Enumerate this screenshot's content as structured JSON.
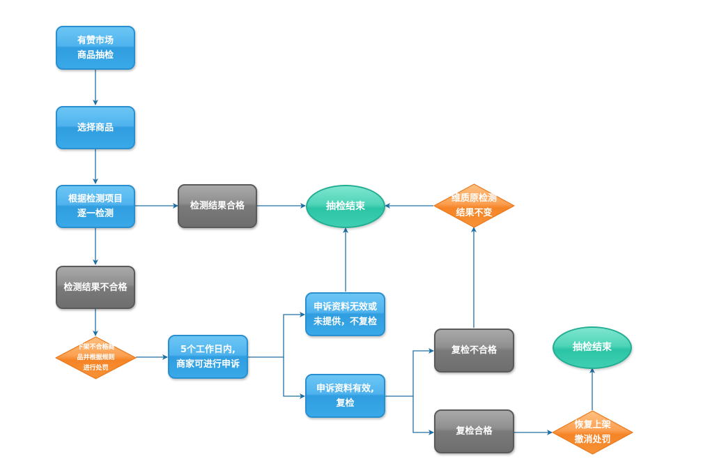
{
  "diagram": {
    "title": "有赞市场商品抽检流程",
    "colors": {
      "process_blue": "#3aa9e8",
      "result_gray": "#7a7a7a",
      "end_teal": "#3fcfb2",
      "decision_orange": "#f7943a",
      "connector": "#1f6fa3"
    },
    "nodes": {
      "start": {
        "label": "有赞市场\n商品抽检",
        "shape": "rounded-rect",
        "style": "blue"
      },
      "select": {
        "label": "选择商品",
        "shape": "rounded-rect",
        "style": "blue"
      },
      "inspect": {
        "label": "根据检测项目\n逐一检测",
        "shape": "rounded-rect",
        "style": "blue"
      },
      "pass": {
        "label": "检测结果合格",
        "shape": "rounded-rect",
        "style": "gray"
      },
      "fail": {
        "label": "检测结果不合格",
        "shape": "rounded-rect",
        "style": "gray"
      },
      "end1": {
        "label": "抽检结束",
        "shape": "ellipse",
        "style": "teal"
      },
      "delist": {
        "label": "下架不合格商\n品并根据规则\n进行处罚",
        "shape": "diamond",
        "style": "orange"
      },
      "appeal": {
        "label": "5个工作日内,\n商家可进行申诉",
        "shape": "rounded-rect",
        "style": "blue"
      },
      "invalid": {
        "label": "申诉资料无效或\n未提供，不复检",
        "shape": "rounded-rect",
        "style": "blue"
      },
      "valid": {
        "label": "申诉资料有效,\n复检",
        "shape": "rounded-rect",
        "style": "blue"
      },
      "maintain": {
        "label": "维质原检测\n结果不变",
        "shape": "diamond",
        "style": "orange"
      },
      "refail": {
        "label": "复检不合格",
        "shape": "rounded-rect",
        "style": "gray"
      },
      "repass": {
        "label": "复检合格",
        "shape": "rounded-rect",
        "style": "gray"
      },
      "restore": {
        "label": "恢复上架\n撤消处罚",
        "shape": "diamond",
        "style": "orange"
      },
      "end2": {
        "label": "抽检结束",
        "shape": "ellipse",
        "style": "teal"
      }
    },
    "edges": [
      {
        "from": "start",
        "to": "select"
      },
      {
        "from": "select",
        "to": "inspect"
      },
      {
        "from": "inspect",
        "to": "pass"
      },
      {
        "from": "inspect",
        "to": "fail"
      },
      {
        "from": "pass",
        "to": "end1"
      },
      {
        "from": "fail",
        "to": "delist"
      },
      {
        "from": "delist",
        "to": "appeal"
      },
      {
        "from": "appeal",
        "to": "invalid"
      },
      {
        "from": "appeal",
        "to": "valid"
      },
      {
        "from": "invalid",
        "to": "end1"
      },
      {
        "from": "valid",
        "to": "refail"
      },
      {
        "from": "valid",
        "to": "repass"
      },
      {
        "from": "refail",
        "to": "maintain"
      },
      {
        "from": "maintain",
        "to": "end1"
      },
      {
        "from": "repass",
        "to": "restore"
      },
      {
        "from": "restore",
        "to": "end2"
      }
    ]
  }
}
